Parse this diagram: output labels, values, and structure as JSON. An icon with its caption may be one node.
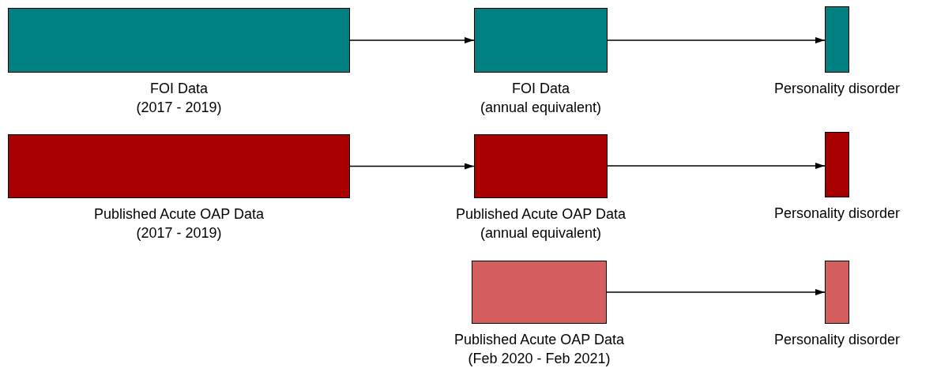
{
  "diagram": {
    "nodes": [
      {
        "text": [
          "FOI Data",
          "(2017 - 2019)"
        ]
      },
      {
        "text": [
          "FOI Data",
          "(annual equivalent)"
        ]
      },
      {
        "text": [
          "Personality disorder"
        ]
      },
      {
        "text": [
          "Published Acute OAP Data",
          "(2017 - 2019)"
        ]
      },
      {
        "text": [
          "Published Acute OAP Data",
          "(annual equivalent)"
        ]
      },
      {
        "text": [
          "Personality disorder"
        ]
      },
      {
        "text": [
          "Published Acute OAP Data",
          "(Feb 2020 - Feb 2021)"
        ]
      },
      {
        "text": [
          "Personality disorder"
        ]
      }
    ],
    "edges": [
      {
        "from": 0,
        "to": 1,
        "arrow": "to"
      },
      {
        "from": 1,
        "to": 2,
        "arrow": "to"
      },
      {
        "from": 3,
        "to": 4,
        "arrow": "to"
      },
      {
        "from": 4,
        "to": 5,
        "arrow": "to"
      },
      {
        "from": 6,
        "to": 7,
        "arrow": "to"
      }
    ]
  }
}
